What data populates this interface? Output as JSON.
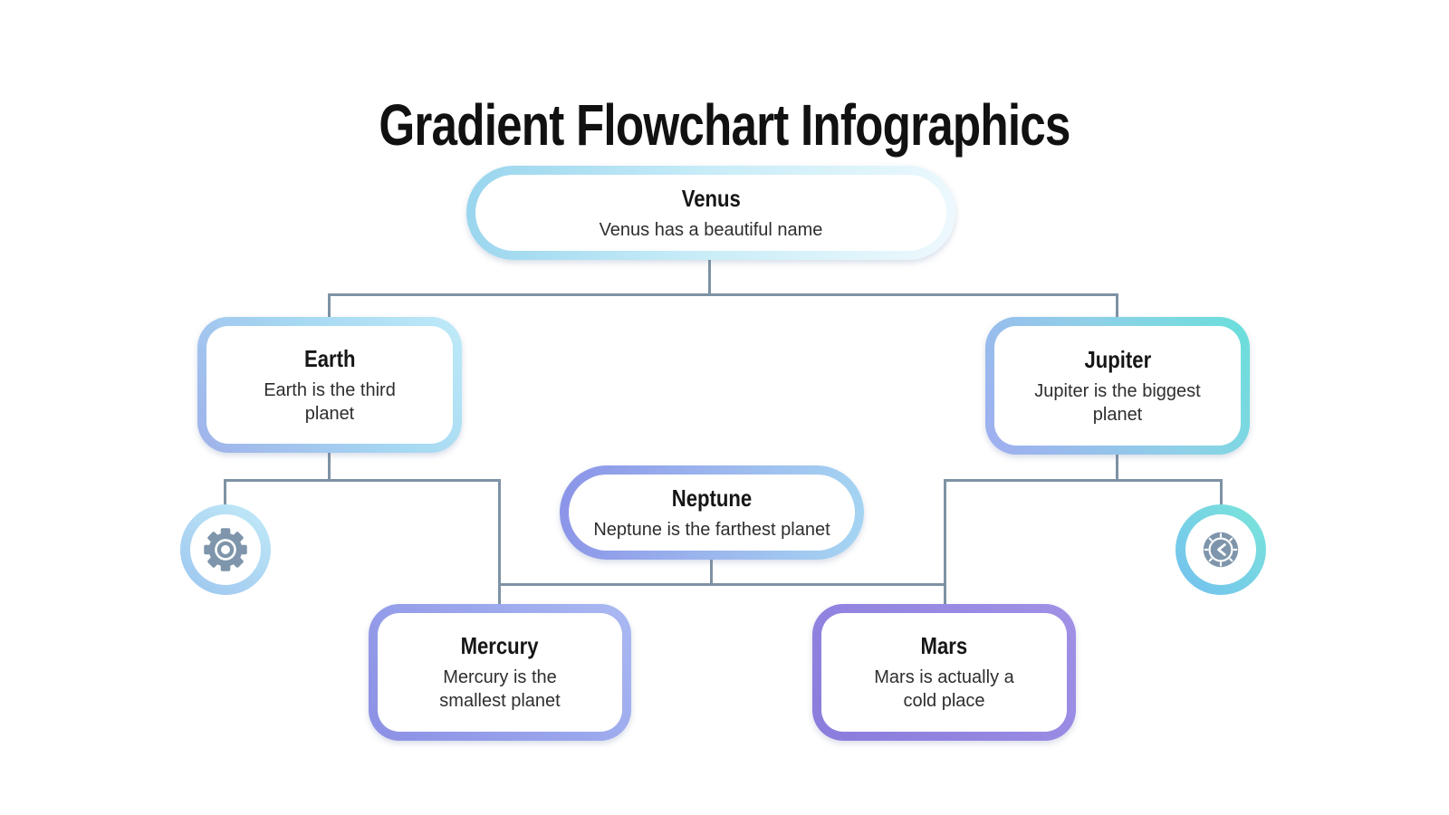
{
  "title": "Gradient Flowchart Infographics",
  "nodes": {
    "venus": {
      "title": "Venus",
      "desc": "Venus has a beautiful name"
    },
    "earth": {
      "title": "Earth",
      "desc": "Earth is the third planet"
    },
    "jupiter": {
      "title": "Jupiter",
      "desc": "Jupiter is the biggest planet"
    },
    "neptune": {
      "title": "Neptune",
      "desc": "Neptune is the farthest planet"
    },
    "mercury": {
      "title": "Mercury",
      "desc": "Mercury is the smallest planet"
    },
    "mars": {
      "title": "Mars",
      "desc": "Mars is actually a cold place"
    }
  },
  "icons": [
    {
      "name": "gear-icon"
    },
    {
      "name": "clock-icon"
    }
  ],
  "colors": {
    "connector": "#7e92a4",
    "icon_glyph": "#7e95ab",
    "venus_border_start": "#98d5ee",
    "venus_border_end": "#eef9fd",
    "earth_border_start": "#9fb2ea",
    "earth_border_end": "#bfeaf8",
    "jupiter_border_start": "#9fadf0",
    "jupiter_border_end": "#68dfda",
    "neptune_border_start": "#8b94e8",
    "neptune_border_end": "#a5d5f2",
    "mercury_border_start": "#8c90e5",
    "mercury_border_end": "#aab9f2",
    "mars_border_start": "#8a7cdc",
    "mars_border_end": "#a191e6"
  }
}
